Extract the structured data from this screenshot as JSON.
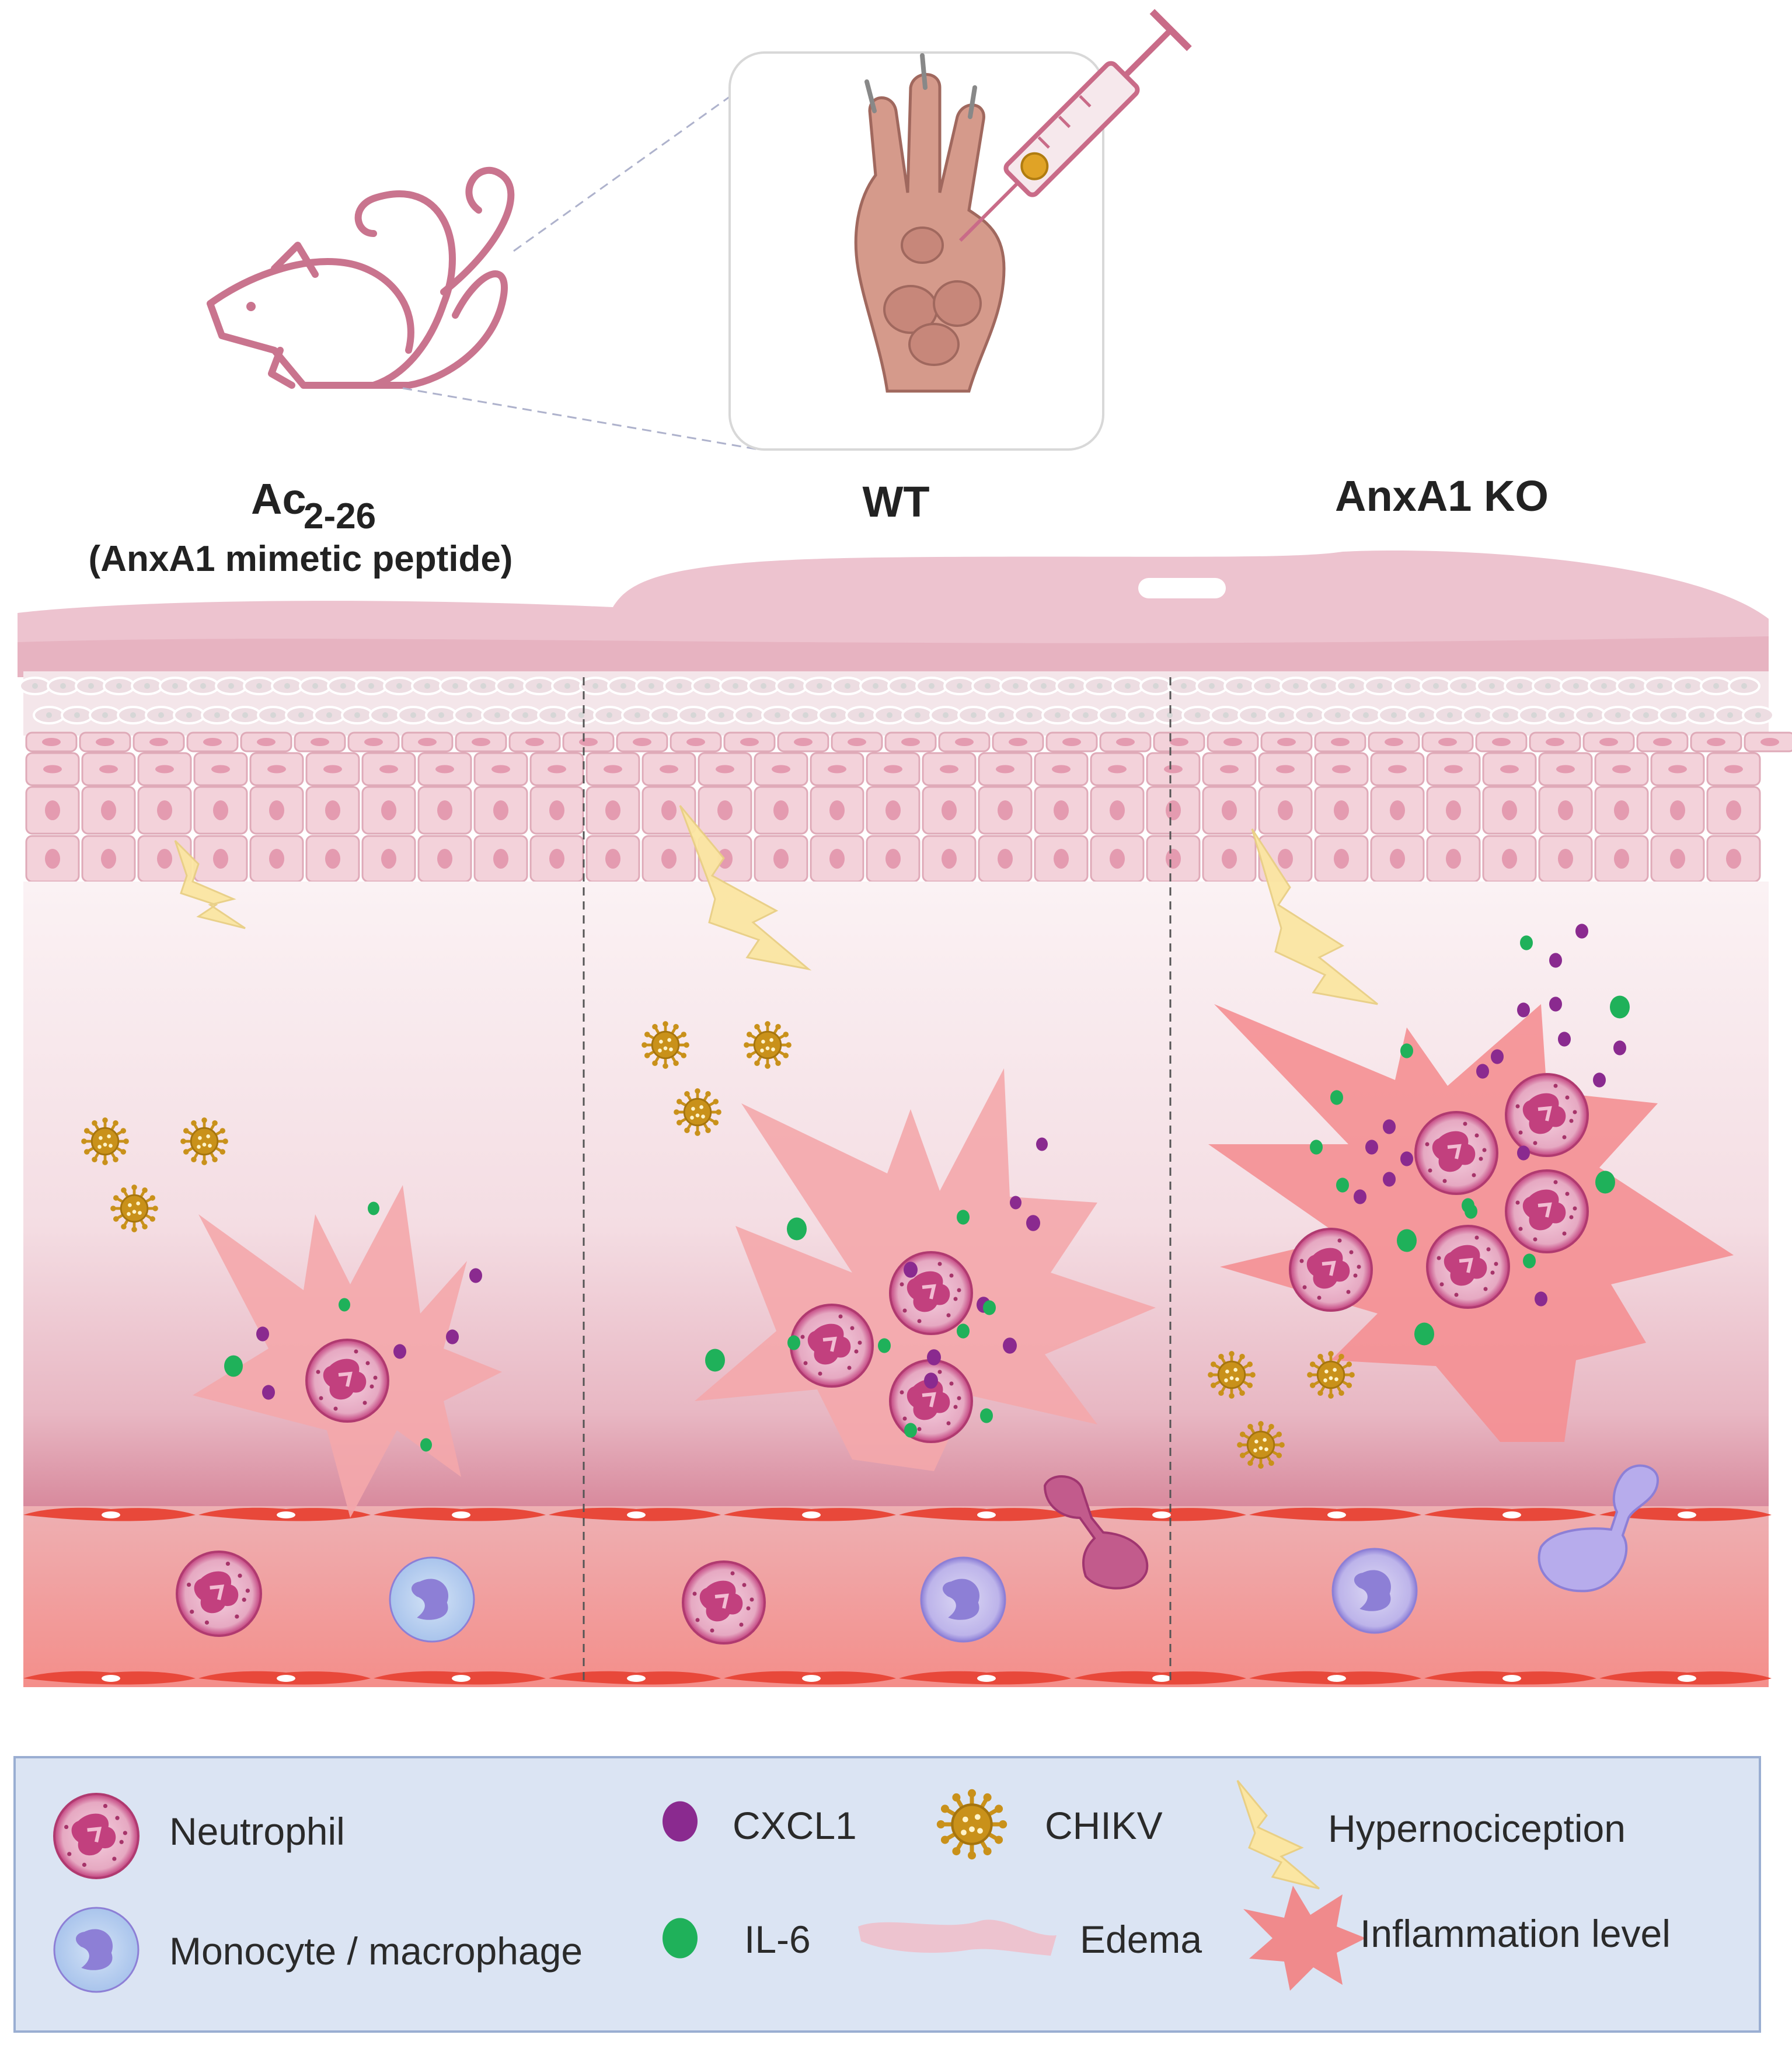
{
  "headers": {
    "left_main": "Ac",
    "left_subscript": "2-26",
    "left_sub": "(AnxA1 mimetic peptide)",
    "middle": "WT",
    "right": "AnxA1 KO"
  },
  "legend": {
    "neutrophil": "Neutrophil",
    "monocyte": "Monocyte / macrophage",
    "cxcl1": "CXCL1",
    "il6": "IL-6",
    "chikv": "CHIKV",
    "edema": "Edema",
    "hypernociception": "Hypernociception",
    "inflammation": "Inflammation level"
  },
  "icons": [
    "mouse-icon",
    "paw-icon",
    "syringe-icon",
    "virus-icon",
    "neutrophil-icon",
    "monocyte-icon",
    "lightning-icon",
    "inflammation-star-icon",
    "edema-icon"
  ],
  "colors": {
    "neutrophil": "#c2407e",
    "cxcl1": "#8a2a8f",
    "il6": "#1fb15a",
    "chikv": "#c9911a",
    "monocyte": "#8d7fd6",
    "inflammation": "#f08a8c",
    "hypernociception": "#fbe8a3",
    "vessel": "#e8483a",
    "legend_bg": "#dbe4f3"
  }
}
